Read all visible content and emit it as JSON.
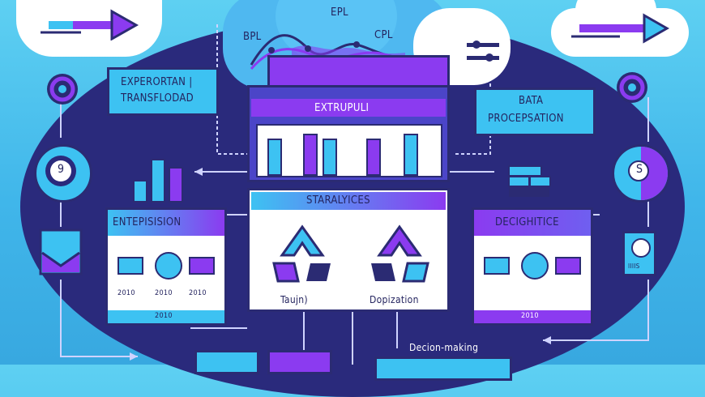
{
  "cloud_top": {
    "label_left": "BPL",
    "label_mid": "EPL",
    "label_right": "CPL"
  },
  "box_extract": {
    "title": "EXPERORTAN |",
    "subtitle": "TRANSFLODAD"
  },
  "box_data": {
    "title": "BATA",
    "subtitle": "PROCEPSATION"
  },
  "center_top": {
    "title": "EXTRUPULI"
  },
  "center_analytics": {
    "title": "STARALYICES",
    "left_caption": "Taujn)",
    "right_caption": "Dopization"
  },
  "left_panel": {
    "title": "ENTEPISISION",
    "values": [
      "2010",
      "2010",
      "2010"
    ],
    "footer": "2010"
  },
  "right_panel": {
    "title": "DECIGHITICE",
    "footer": "2010"
  },
  "gauges": {
    "left_value": "9",
    "right_value": "S"
  },
  "icons": {
    "device_label": "IIIIS"
  },
  "bottom": {
    "decision_label": "Decion-making"
  },
  "colors": {
    "navy": "#2a2a7c",
    "cyan": "#3dc2f2",
    "purple": "#8b3bf0",
    "background": "#4cc3ef"
  }
}
